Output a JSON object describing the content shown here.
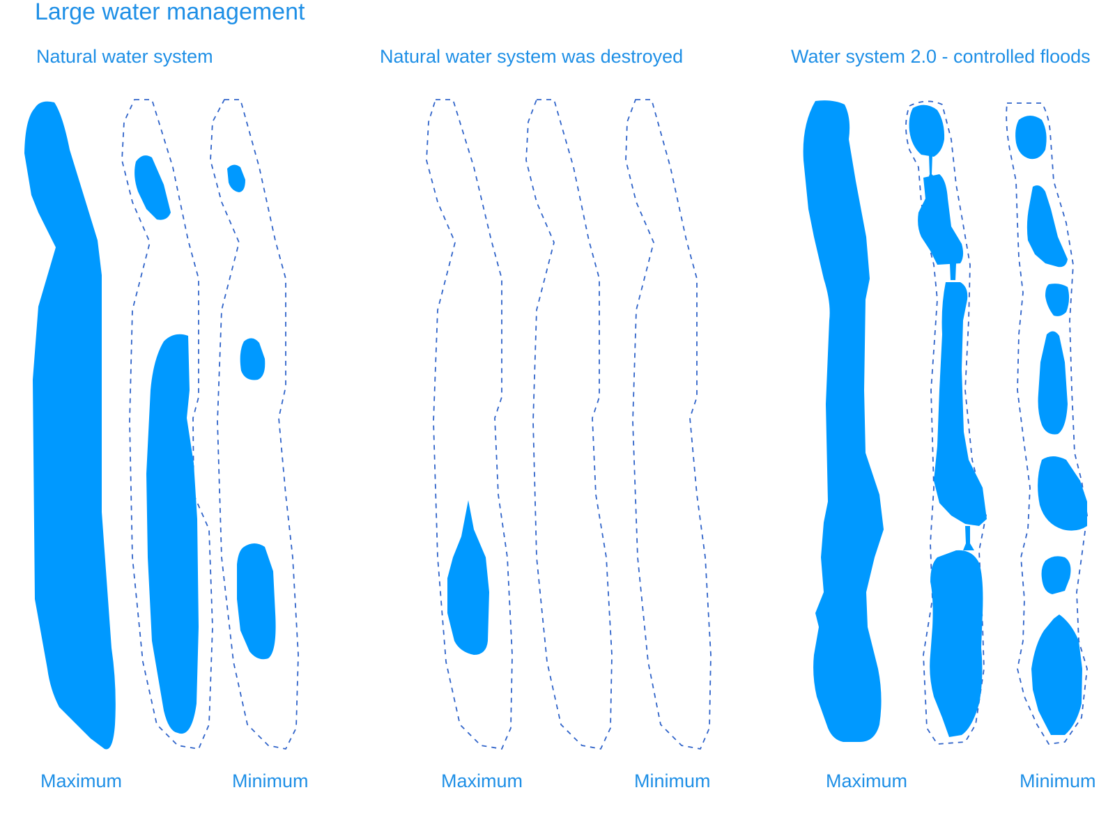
{
  "title": "Large water management",
  "colors": {
    "water": "#0099FF",
    "text": "#1E8FE6",
    "outline": "#2F63C9",
    "background": "#FFFFFF"
  },
  "sections": [
    {
      "title": "Natural water system",
      "left_label": "Maximum",
      "right_label": "Minimum"
    },
    {
      "title": "Natural water system was destroyed",
      "left_label": "Maximum",
      "right_label": "Minimum"
    },
    {
      "title": "Water system 2.0 - controlled floods",
      "left_label": "Maximum",
      "right_label": "Minimum"
    }
  ]
}
